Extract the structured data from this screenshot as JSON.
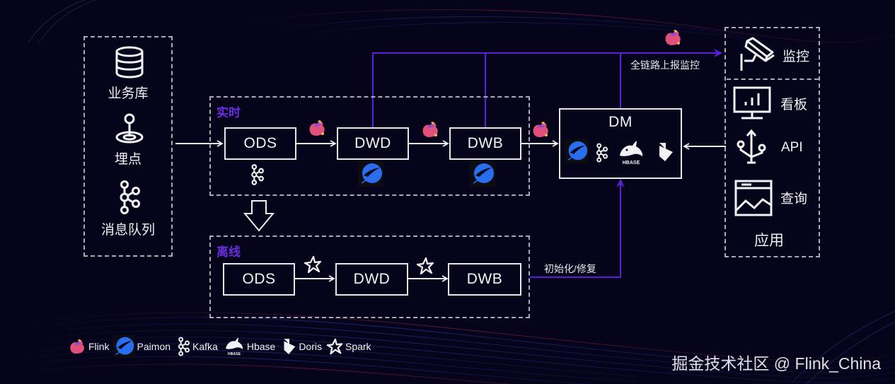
{
  "sources": {
    "items": [
      {
        "label": "业务库",
        "icon": "database-icon"
      },
      {
        "label": "埋点",
        "icon": "tracking-point-icon"
      },
      {
        "label": "消息队列",
        "icon": "kafka-icon"
      }
    ]
  },
  "realtime": {
    "label": "实时",
    "nodes": [
      "ODS",
      "DWD",
      "DWB"
    ]
  },
  "offline": {
    "label": "离线",
    "nodes": [
      "ODS",
      "DWD",
      "DWB"
    ]
  },
  "dm": {
    "label": "DM",
    "stores": [
      "Paimon",
      "Kafka",
      "Hbase",
      "Doris"
    ]
  },
  "edges": {
    "monitor_label": "全链路上报监控",
    "init_repair_label": "初始化/修复"
  },
  "apps": {
    "monitor": "监控",
    "items": [
      {
        "label": "看板",
        "icon": "dashboard-icon"
      },
      {
        "label": "API",
        "icon": "usb-api-icon"
      },
      {
        "label": "查询",
        "icon": "query-chart-icon"
      }
    ],
    "group_label": "应用"
  },
  "legend": [
    {
      "name": "Flink",
      "icon": "flink-icon"
    },
    {
      "name": "Paimon",
      "icon": "paimon-icon"
    },
    {
      "name": "Kafka",
      "icon": "kafka-icon"
    },
    {
      "name": "Hbase",
      "icon": "hbase-icon"
    },
    {
      "name": "Doris",
      "icon": "doris-icon"
    },
    {
      "name": "Spark",
      "icon": "spark-icon"
    }
  ],
  "hbase_logo_text": "HBASE",
  "watermark": "掘金技术社区 @ Flink_China",
  "colors": {
    "background": "#05041a",
    "accent_purple": "#5a1fd6",
    "paimon_blue": "#2a6ef0",
    "flink_pink": "#e0507a",
    "box_border": "#e6e6ee",
    "dash_border": "#a9a9b8"
  }
}
